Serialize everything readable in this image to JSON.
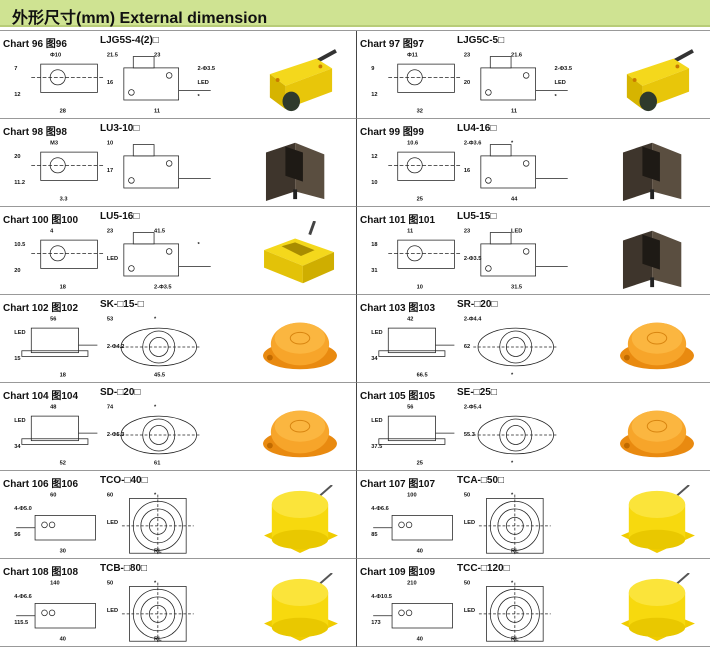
{
  "header": {
    "title": "外形尺寸(mm)  External dimension"
  },
  "charts": [
    {
      "label": "Chart 96 图96",
      "model": "LJG5S-4(2)□",
      "product": "yellow-block",
      "dims": [
        "Φ10",
        "7",
        "12",
        "28",
        "21.5",
        "16",
        "11",
        "23",
        "2-Φ3.5",
        "LED",
        "*"
      ]
    },
    {
      "label": "Chart 97  图97",
      "model": "LJG5C-5□",
      "product": "yellow-block",
      "dims": [
        "Φ11",
        "9",
        "12",
        "32",
        "23",
        "20",
        "11",
        "21.6",
        "2-Φ3.5",
        "LED",
        "*"
      ]
    },
    {
      "label": "Chart 98 图98",
      "model": "LU3-10□",
      "product": "dark-slot",
      "dims": [
        "M3",
        "20",
        "11.2",
        "3.3",
        "10",
        "17"
      ]
    },
    {
      "label": "Chart 99  图99",
      "model": "LU4-16□",
      "product": "dark-slot",
      "dims": [
        "10.6",
        "12",
        "10",
        "25",
        "2-Φ3.6",
        "16",
        "44",
        "*"
      ]
    },
    {
      "label": "Chart 100 图100",
      "model": "LU5-16□",
      "product": "yellow-slot",
      "dims": [
        "4",
        "10.5",
        "20",
        "18",
        "23",
        "LED",
        "2-Φ3.5",
        "41.5",
        "*"
      ]
    },
    {
      "label": "Chart 101 图101",
      "model": "LU5-15□",
      "product": "dark-slot",
      "dims": [
        "11",
        "18",
        "31",
        "10",
        "23",
        "2-Φ3.5",
        "31.5",
        "LED"
      ]
    },
    {
      "label": "Chart 102 图102",
      "model": "SK-□15-□",
      "product": "orange-round",
      "dims": [
        "56",
        "LED",
        "15",
        "18",
        "53",
        "2-Φ4.2",
        "45.5",
        "*"
      ]
    },
    {
      "label": "Chart 103 图103",
      "model": "SR-□20□",
      "product": "orange-round",
      "dims": [
        "42",
        "LED",
        "34",
        "66.5",
        "2-Φ4.4",
        "62",
        "*"
      ]
    },
    {
      "label": "Chart 104 图104",
      "model": "SD-□20□",
      "product": "orange-round",
      "dims": [
        "48",
        "LED",
        "34",
        "52",
        "74",
        "2-Φ5.3",
        "61",
        "*"
      ]
    },
    {
      "label": "Chart 105 图105",
      "model": "SE-□25□",
      "product": "orange-round",
      "dims": [
        "56",
        "LED",
        "37.5",
        "25",
        "2-Φ5.4",
        "55.3",
        "*"
      ]
    },
    {
      "label": "Chart 106 图106",
      "model": "TCO-□40□",
      "product": "yellow-cylinder",
      "dims": [
        "60",
        "4-Φ5.0",
        "56",
        "30",
        "60",
        "LED",
        "RL",
        "*"
      ]
    },
    {
      "label": "Chart 107 图107",
      "model": "TCA-□50□",
      "product": "yellow-cylinder",
      "dims": [
        "100",
        "4-Φ6.6",
        "85",
        "40",
        "50",
        "LED",
        "RL",
        "*"
      ]
    },
    {
      "label": "Chart 108 图108",
      "model": "TCB-□80□",
      "product": "yellow-cylinder",
      "dims": [
        "140",
        "4-Φ6.6",
        "115.5",
        "40",
        "50",
        "LED",
        "RL",
        "*"
      ]
    },
    {
      "label": "Chart 109 图109",
      "model": "TCC-□120□",
      "product": "yellow-cylinder",
      "dims": [
        "210",
        "4-Φ10.5",
        "173",
        "40",
        "50",
        "LED",
        "RL",
        "*"
      ]
    }
  ]
}
